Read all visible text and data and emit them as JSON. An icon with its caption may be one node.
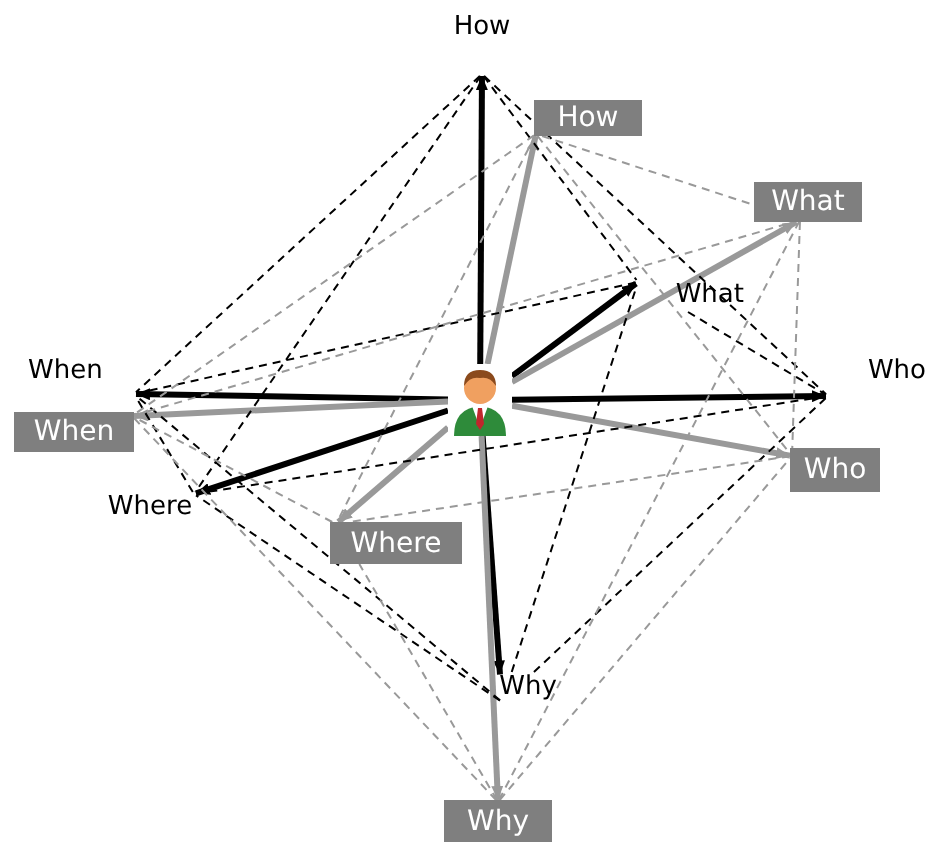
{
  "diagram": {
    "nodes": [
      {
        "text": [
          "How"
        ]
      },
      {
        "text": [
          "How"
        ]
      },
      {
        "text": [
          "What"
        ]
      },
      {
        "text": [
          "What"
        ]
      },
      {
        "text": [
          "When"
        ]
      },
      {
        "text": [
          "Who"
        ]
      },
      {
        "text": [],
        "shape": "person"
      },
      {
        "text": [
          "When"
        ]
      },
      {
        "text": [
          "Who"
        ]
      },
      {
        "text": [
          "Where"
        ]
      },
      {
        "text": [
          "Where"
        ]
      },
      {
        "text": [
          "Why"
        ]
      },
      {
        "text": [
          "Why"
        ]
      }
    ],
    "edges": [
      {
        "from": 6,
        "to": 0,
        "arrow": "to",
        "style": "thick"
      },
      {
        "from": 6,
        "to": 3,
        "arrow": "to",
        "style": "thick"
      },
      {
        "from": 6,
        "to": 4,
        "arrow": "to",
        "style": "thick"
      },
      {
        "from": 6,
        "to": 5,
        "arrow": "to",
        "style": "thick"
      },
      {
        "from": 6,
        "to": 9,
        "arrow": "to",
        "style": "thick"
      },
      {
        "from": 6,
        "to": 11,
        "arrow": "to",
        "style": "thick"
      },
      {
        "from": 6,
        "to": 1,
        "arrow": "to",
        "style": "thick",
        "color": "#999999"
      },
      {
        "from": 6,
        "to": 2,
        "arrow": "to",
        "style": "thick",
        "color": "#999999"
      },
      {
        "from": 6,
        "to": 7,
        "arrow": "to",
        "style": "thick",
        "color": "#999999"
      },
      {
        "from": 6,
        "to": 8,
        "arrow": "to",
        "style": "thick",
        "color": "#999999"
      },
      {
        "from": 6,
        "to": 10,
        "arrow": "to",
        "style": "thick",
        "color": "#999999"
      },
      {
        "from": 6,
        "to": 12,
        "arrow": "to",
        "style": "thick",
        "color": "#999999"
      },
      {
        "from": 0,
        "to": 4,
        "arrow": "none",
        "style": "dashed"
      },
      {
        "from": 0,
        "to": 5,
        "arrow": "none",
        "style": "dashed"
      },
      {
        "from": 0,
        "to": 3,
        "arrow": "none",
        "style": "dashed"
      },
      {
        "from": 0,
        "to": 9,
        "arrow": "none",
        "style": "dashed"
      },
      {
        "from": 11,
        "to": 4,
        "arrow": "none",
        "style": "dashed"
      },
      {
        "from": 11,
        "to": 5,
        "arrow": "none",
        "style": "dashed"
      },
      {
        "from": 11,
        "to": 3,
        "arrow": "none",
        "style": "dashed"
      },
      {
        "from": 11,
        "to": 9,
        "arrow": "none",
        "style": "dashed"
      },
      {
        "from": 4,
        "to": 3,
        "arrow": "none",
        "style": "dashed"
      },
      {
        "from": 3,
        "to": 5,
        "arrow": "none",
        "style": "dashed"
      },
      {
        "from": 5,
        "to": 9,
        "arrow": "none",
        "style": "dashed"
      },
      {
        "from": 9,
        "to": 4,
        "arrow": "none",
        "style": "dashed"
      },
      {
        "from": 1,
        "to": 7,
        "arrow": "none",
        "style": "dashed",
        "color": "#999999"
      },
      {
        "from": 1,
        "to": 8,
        "arrow": "none",
        "style": "dashed",
        "color": "#999999"
      },
      {
        "from": 1,
        "to": 2,
        "arrow": "none",
        "style": "dashed",
        "color": "#999999"
      },
      {
        "from": 1,
        "to": 10,
        "arrow": "none",
        "style": "dashed",
        "color": "#999999"
      },
      {
        "from": 12,
        "to": 7,
        "arrow": "none",
        "style": "dashed",
        "color": "#999999"
      },
      {
        "from": 12,
        "to": 8,
        "arrow": "none",
        "style": "dashed",
        "color": "#999999"
      },
      {
        "from": 12,
        "to": 2,
        "arrow": "none",
        "style": "dashed",
        "color": "#999999"
      },
      {
        "from": 12,
        "to": 10,
        "arrow": "none",
        "style": "dashed",
        "color": "#999999"
      },
      {
        "from": 7,
        "to": 2,
        "arrow": "none",
        "style": "dashed",
        "color": "#999999"
      },
      {
        "from": 2,
        "to": 8,
        "arrow": "none",
        "style": "dashed",
        "color": "#999999"
      },
      {
        "from": 8,
        "to": 10,
        "arrow": "none",
        "style": "dashed",
        "color": "#999999"
      },
      {
        "from": 10,
        "to": 7,
        "arrow": "none",
        "style": "dashed",
        "color": "#999999"
      }
    ]
  }
}
